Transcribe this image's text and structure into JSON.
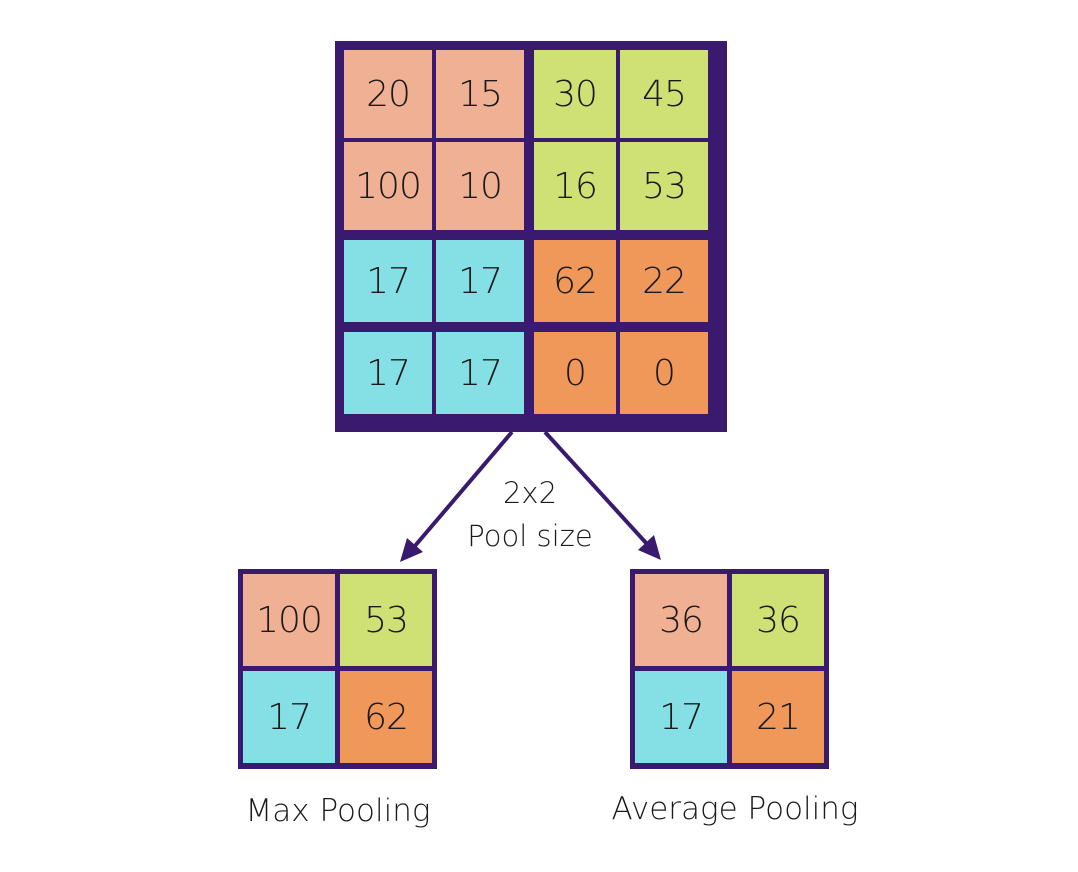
{
  "input_matrix": {
    "rows": [
      [
        "20",
        "15",
        "30",
        "45"
      ],
      [
        "100",
        "10",
        "16",
        "53"
      ],
      [
        "17",
        "17",
        "62",
        "22"
      ],
      [
        "17",
        "17",
        "0",
        "0"
      ]
    ]
  },
  "pool": {
    "size_line1": "2x2",
    "size_line2": "Pool size"
  },
  "max_pooling": {
    "label": "Max Pooling",
    "rows": [
      [
        "100",
        "53"
      ],
      [
        "17",
        "62"
      ]
    ]
  },
  "average_pooling": {
    "label": "Average Pooling",
    "rows": [
      [
        "36",
        "36"
      ],
      [
        "17",
        "21"
      ]
    ]
  },
  "colors": {
    "border": "#3a1a6e",
    "top_left": "#f0b093",
    "top_right": "#cfe174",
    "bottom_left": "#84e0e5",
    "bottom_right": "#f0975a"
  }
}
